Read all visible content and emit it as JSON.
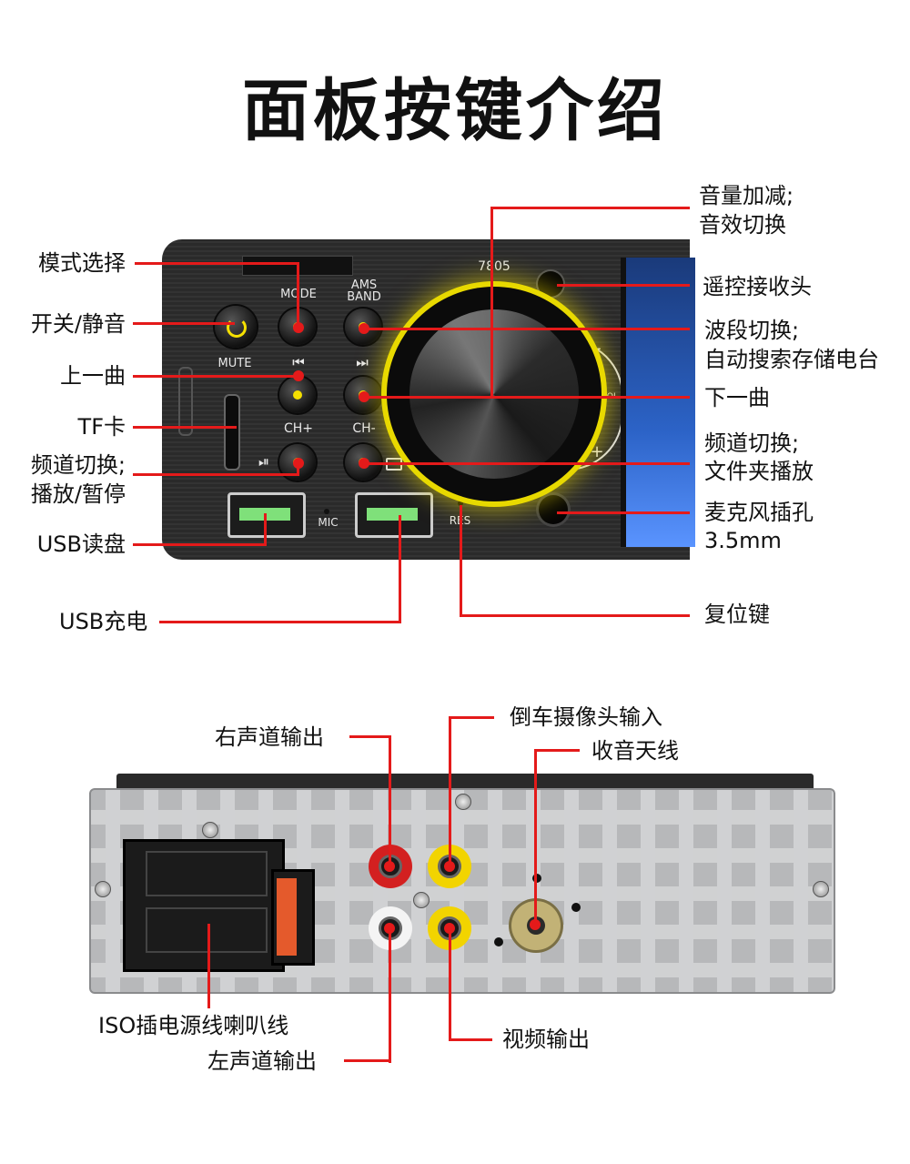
{
  "title": "面板按键介绍",
  "panel": {
    "model": "7805",
    "mode": "MODE",
    "ams": "AMS",
    "band": "BAND",
    "mute": "MUTE",
    "prev_icon": "⏮",
    "next_icon": "⏭",
    "ch_plus": "CH+",
    "ch_minus": "CH-",
    "play_pause_icon": "⏯",
    "folder_icon": "folder-icon",
    "mic": "MIC",
    "res": "RES",
    "vol": "VOL",
    "vol_minus": "−",
    "vol_plus": "+"
  },
  "front_labels": {
    "mode_select": "模式选择",
    "power_mute": "开关/静音",
    "prev_track": "上一曲",
    "tf_card": "TF卡",
    "channel_play_1": "频道切换;",
    "channel_play_2": "播放/暂停",
    "usb_read": "USB读盘",
    "usb_charge": "USB充电",
    "volume_1": "音量加减;",
    "volume_2": "音效切换",
    "remote_receiver": "遥控接收头",
    "band_switch_1": "波段切换;",
    "band_switch_2": "自动搜索存储电台",
    "next_track": "下一曲",
    "channel_folder_1": "频道切换;",
    "channel_folder_2": "文件夹播放",
    "mic_jack_1": "麦克风插孔",
    "mic_jack_2": "3.5mm",
    "reset": "复位键"
  },
  "rear_labels": {
    "right_out": "右声道输出",
    "reverse_cam": "倒车摄像头输入",
    "antenna": "收音天线",
    "iso": "ISO插电源线喇叭线",
    "left_out": "左声道输出",
    "video_out": "视频输出"
  },
  "colors": {
    "callout": "#e41a1a",
    "button_dot": "#f5e000",
    "knob_glow": "#e8d900",
    "usb_insert": "#7fe07a"
  }
}
